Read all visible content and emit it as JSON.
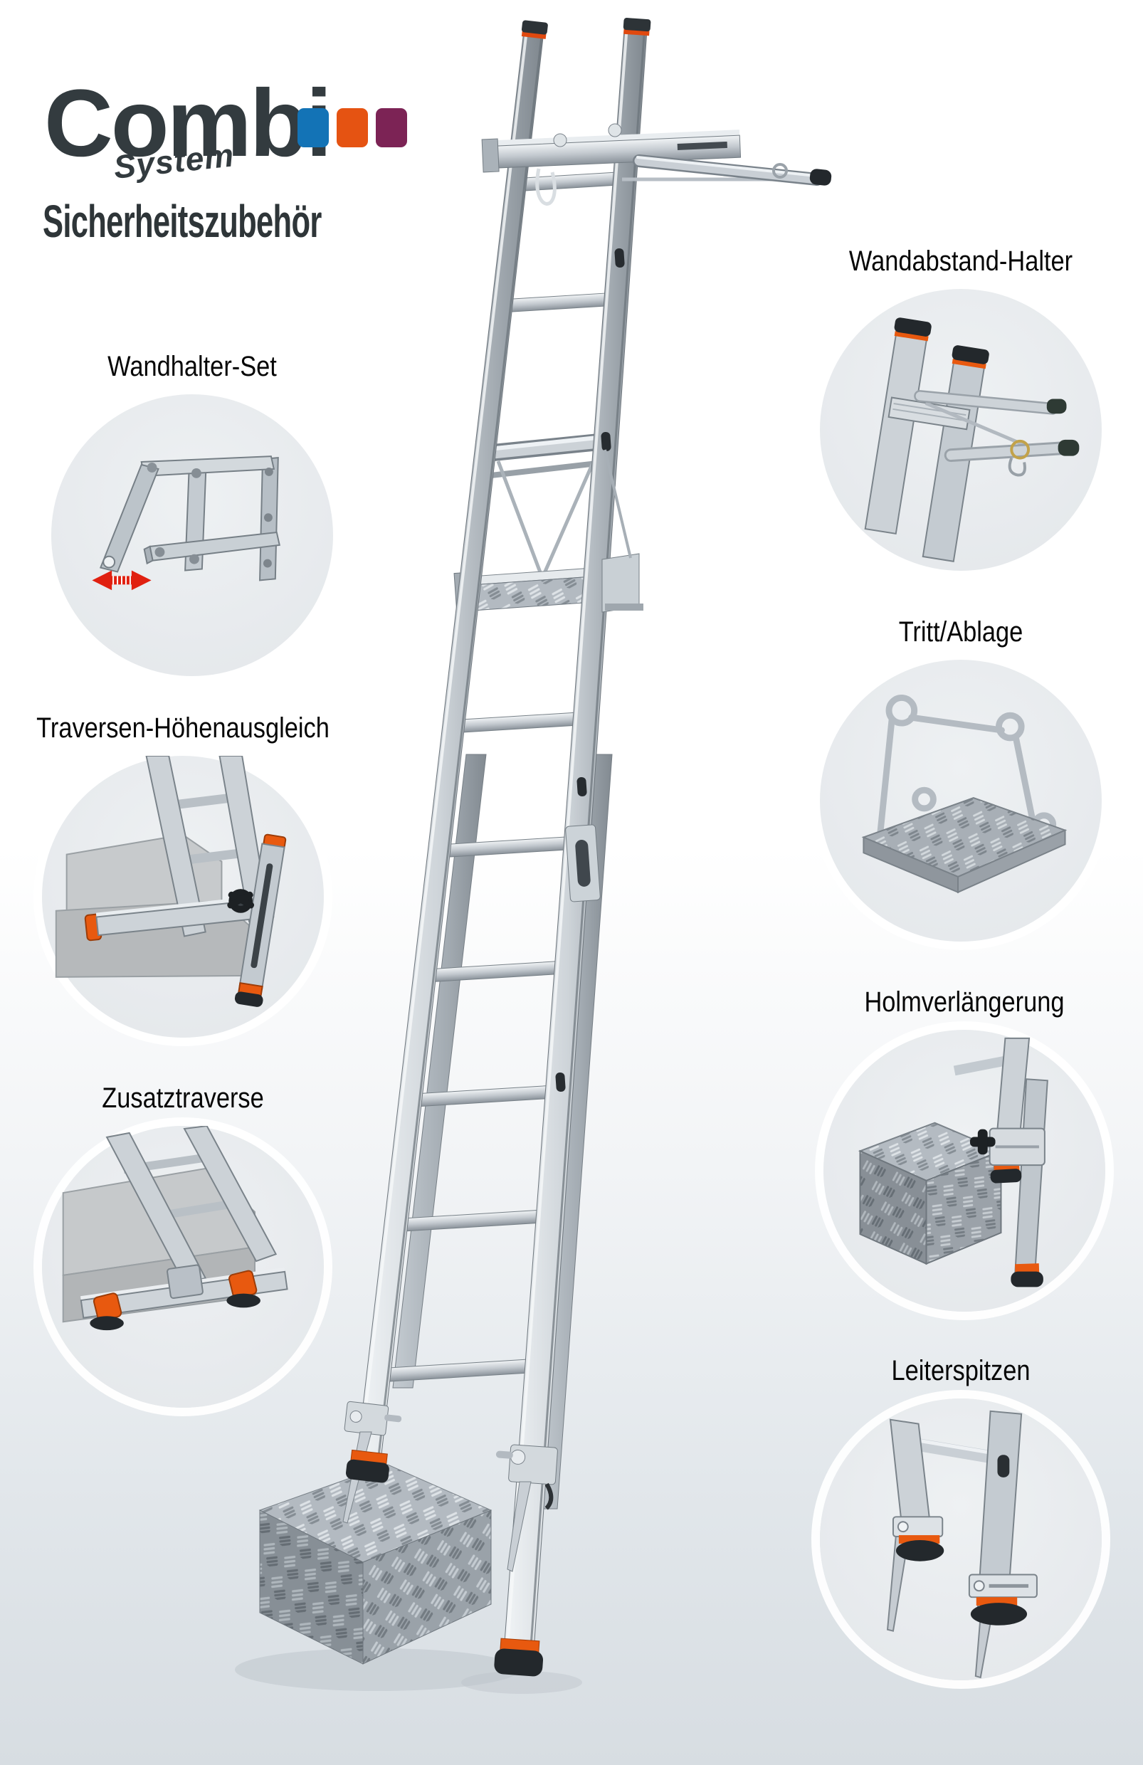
{
  "logo": {
    "brand": "Combi",
    "system": "System",
    "color": "#333b3f",
    "squares": [
      {
        "name": "blue-square",
        "color": "#1373b6"
      },
      {
        "name": "orange-square",
        "color": "#e55312"
      },
      {
        "name": "purple-square",
        "color": "#7c2355"
      }
    ]
  },
  "heading": "Sicherheitszubehör",
  "style": {
    "label_color": "#060606",
    "heading_color": "#2e3538",
    "circle_bg": "#e8ebee",
    "accent_orange": "#e8590f"
  },
  "products": [
    {
      "id": "wandhalter-set",
      "label": "Wandhalter-Set",
      "side": "left"
    },
    {
      "id": "traversen-hoehenausgleich",
      "label": "Traversen-Höhenausgleich",
      "side": "left"
    },
    {
      "id": "zusatztraverse",
      "label": "Zusatztraverse",
      "side": "left"
    },
    {
      "id": "wandabstand-halter",
      "label": "Wandabstand-Halter",
      "side": "right"
    },
    {
      "id": "tritt-ablage",
      "label": "Tritt/Ablage",
      "side": "right"
    },
    {
      "id": "holmverlaengerung",
      "label": "Holmverlängerung",
      "side": "right"
    },
    {
      "id": "leiterspitzen",
      "label": "Leiterspitzen",
      "side": "right"
    }
  ]
}
